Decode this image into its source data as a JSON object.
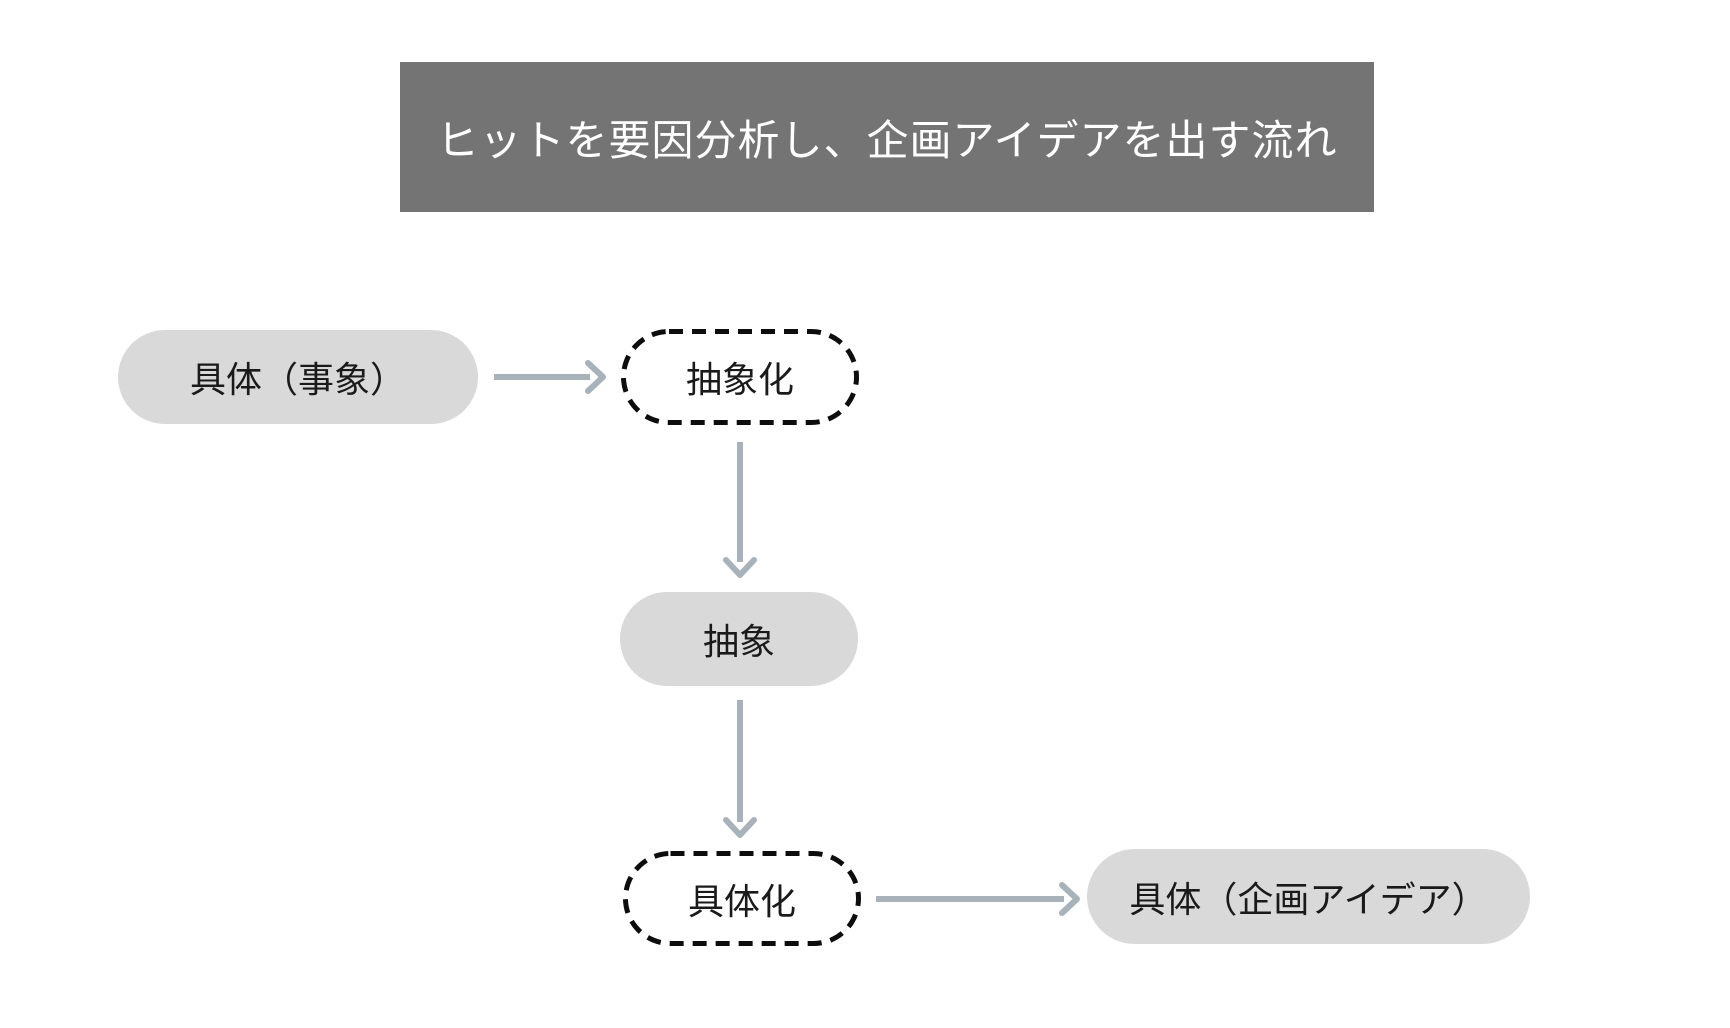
{
  "diagram": {
    "title": "ヒットを要因分析し、企画アイデアを出す流れ",
    "colors": {
      "banner_bg": "#747474",
      "banner_text": "#ffffff",
      "pill_bg": "#d9d9d9",
      "node_text": "#1a1a1a",
      "dashed_border": "#0d0d0d",
      "arrow": "#a8b2ba",
      "canvas_bg": "#ffffff"
    },
    "nodes": [
      {
        "id": "concrete-phenomenon",
        "label": "具体（事象）",
        "type": "pill"
      },
      {
        "id": "abstraction",
        "label": "抽象化",
        "type": "dashed"
      },
      {
        "id": "abstract",
        "label": "抽象",
        "type": "pill"
      },
      {
        "id": "concretization",
        "label": "具体化",
        "type": "dashed"
      },
      {
        "id": "concrete-idea",
        "label": "具体（企画アイデア）",
        "type": "pill"
      }
    ],
    "edges": [
      {
        "from": "concrete-phenomenon",
        "to": "abstraction",
        "direction": "right"
      },
      {
        "from": "abstraction",
        "to": "abstract",
        "direction": "down"
      },
      {
        "from": "abstract",
        "to": "concretization",
        "direction": "down"
      },
      {
        "from": "concretization",
        "to": "concrete-idea",
        "direction": "right"
      }
    ]
  }
}
